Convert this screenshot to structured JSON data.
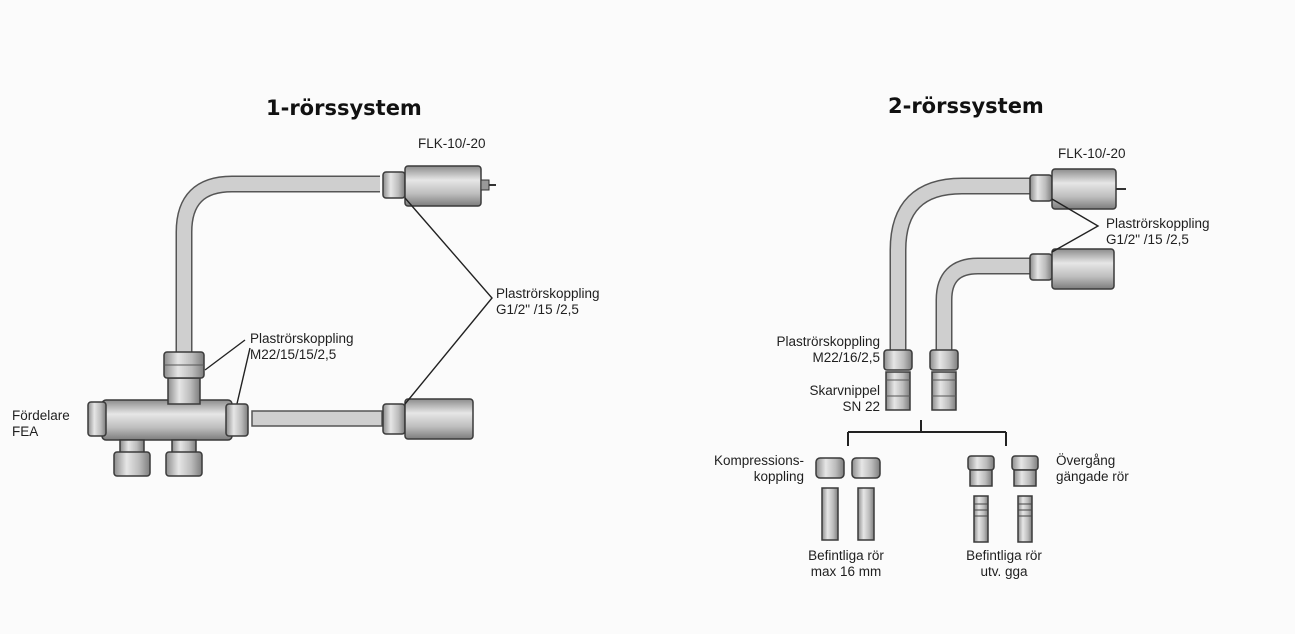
{
  "left": {
    "title": "1-rörssystem",
    "labels": {
      "flk": "FLK-10/-20",
      "plast_g_1": "Plaströrskoppling",
      "plast_g_2": "G1/2\" /15 /2,5",
      "plast_m_1": "Plaströrskoppling",
      "plast_m_2": "M22/15/15/2,5",
      "fordelare_1": "Fördelare",
      "fordelare_2": "FEA"
    }
  },
  "right": {
    "title": "2-rörssystem",
    "labels": {
      "flk": "FLK-10/-20",
      "plast_g_1": "Plaströrskoppling",
      "plast_g_2": "G1/2\" /15 /2,5",
      "plast_m_1": "Plaströrskoppling",
      "plast_m_2": "M22/16/2,5",
      "skarv_1": "Skarvnippel",
      "skarv_2": "SN 22",
      "komp_1": "Kompressions-",
      "komp_2": "koppling",
      "overgang_1": "Övergång",
      "overgang_2": "gängade rör",
      "bef1_1": "Befintliga rör",
      "bef1_2": "max 16 mm",
      "bef2_1": "Befintliga rör",
      "bef2_2": "utv. gga"
    }
  },
  "colors": {
    "metal": "#bdbdbd",
    "metal_light": "#e2e2e2",
    "metal_dark": "#7a7a7a",
    "pipe": "#cfcfcf",
    "outline": "#3a3a3a"
  }
}
